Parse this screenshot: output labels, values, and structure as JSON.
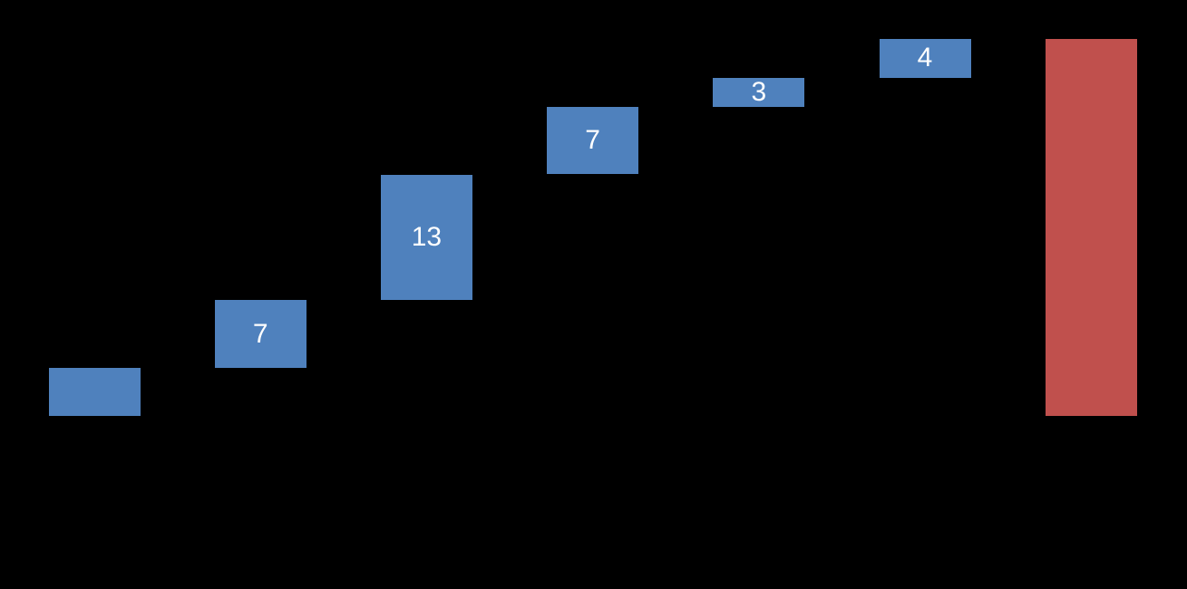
{
  "window": {
    "background": "#000000"
  },
  "chart_data": {
    "type": "bar",
    "subtype": "waterfall",
    "background": "#000000",
    "grid": false,
    "axes_visible": false,
    "legend": false,
    "label_color": "#FFFFFF",
    "colors": {
      "increase": "#4F81BD",
      "total": "#C0504D"
    },
    "ylim": [
      0,
      39
    ],
    "bars": [
      {
        "index": 0,
        "base": 0,
        "value": 5,
        "cumulative": 5,
        "label": "",
        "role": "increase"
      },
      {
        "index": 1,
        "base": 5,
        "value": 7,
        "cumulative": 12,
        "label": "7",
        "role": "increase"
      },
      {
        "index": 2,
        "base": 12,
        "value": 13,
        "cumulative": 25,
        "label": "13",
        "role": "increase"
      },
      {
        "index": 3,
        "base": 25,
        "value": 7,
        "cumulative": 32,
        "label": "7",
        "role": "increase"
      },
      {
        "index": 4,
        "base": 32,
        "value": 3,
        "cumulative": 35,
        "label": "3",
        "role": "increase"
      },
      {
        "index": 5,
        "base": 35,
        "value": 4,
        "cumulative": 39,
        "label": "4",
        "role": "increase"
      },
      {
        "index": 6,
        "base": 0,
        "value": 39,
        "cumulative": 39,
        "label": "",
        "role": "total"
      }
    ]
  }
}
